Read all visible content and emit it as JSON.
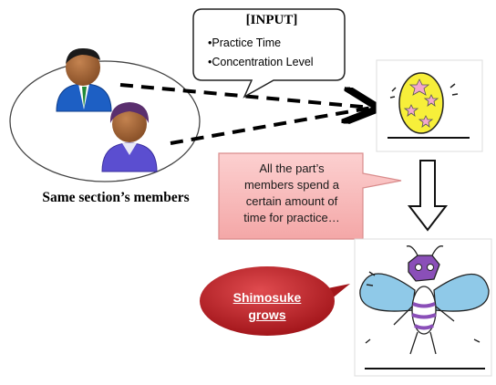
{
  "input_box": {
    "title": "[INPUT]",
    "items": [
      "•Practice Time",
      "•Concentration Level"
    ]
  },
  "group_label": "Same section’s members",
  "note": {
    "lines": [
      "All the part’s",
      "members spend a",
      "certain amount of",
      "time for practice…"
    ]
  },
  "grow_bubble": {
    "lines": [
      "Shimosuke",
      "grows"
    ]
  },
  "colors": {
    "note_fill": "#f9b8b8",
    "note_border": "#d98c8c",
    "grow_fill": "#c0262b",
    "egg_fill": "#f7ef3a",
    "star_fill": "#f4a8cc",
    "wing_fill": "#8fc9e8",
    "body_purple": "#8a4fb8",
    "shirt_blue": "#1d5fc4",
    "shirt_purple": "#5b4ed0"
  },
  "icons": [
    "person-icon",
    "egg-icon",
    "insect-icon",
    "down-arrow-icon"
  ]
}
